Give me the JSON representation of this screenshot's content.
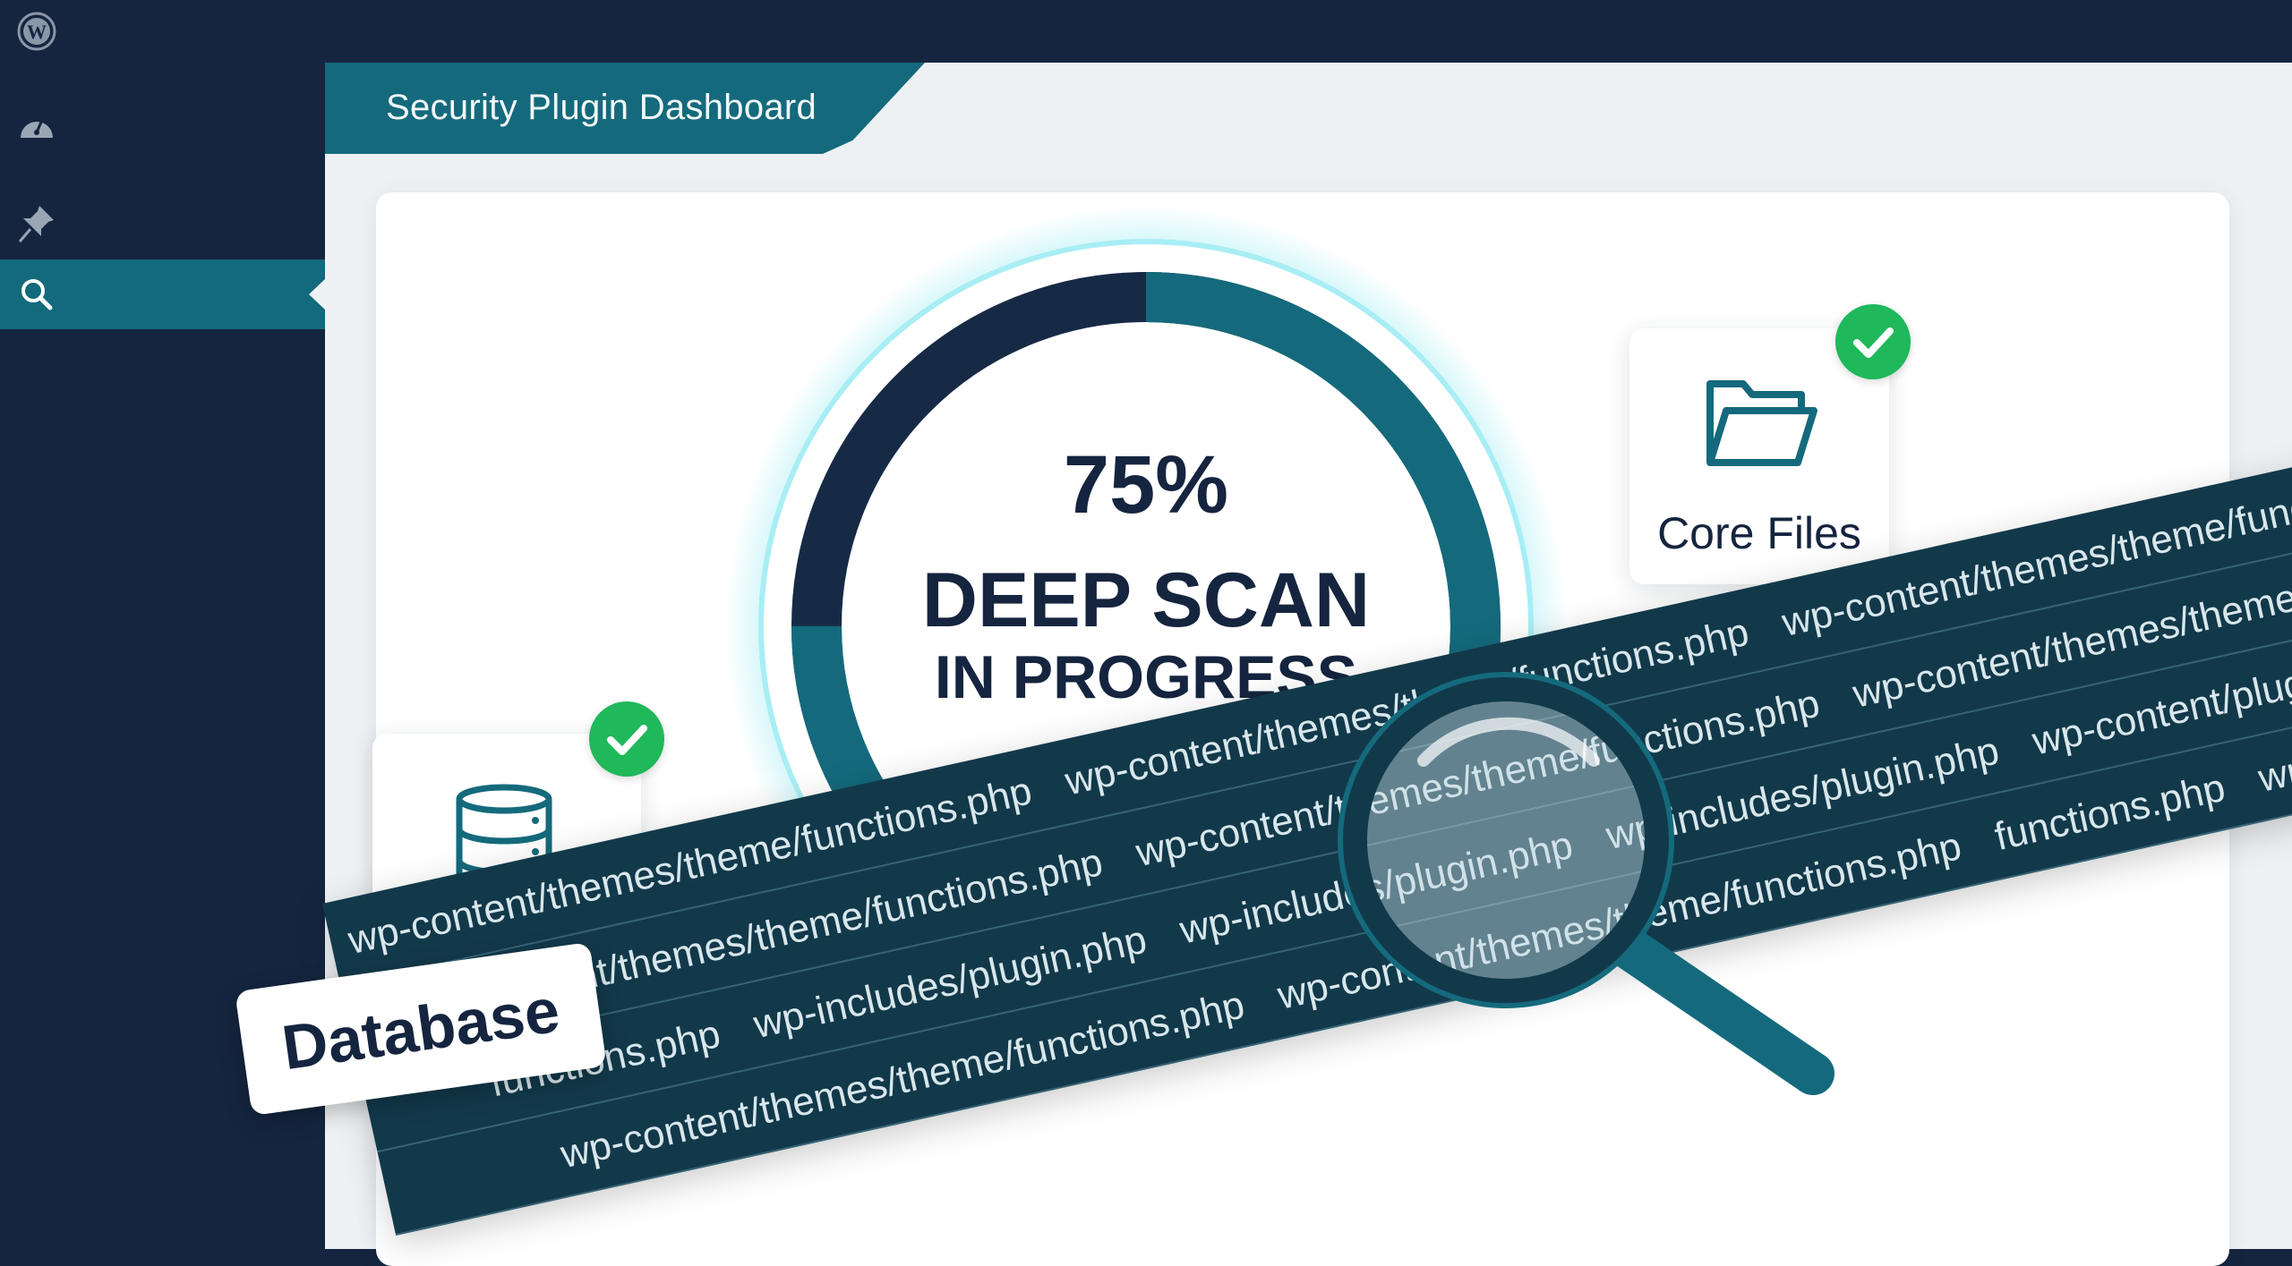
{
  "header": {
    "title": "Security Plugin Dashboard"
  },
  "sidebar": {
    "items": [
      {
        "icon": "wordpress-logo-icon",
        "active": false
      },
      {
        "icon": "dashboard-gauge-icon",
        "active": false
      },
      {
        "icon": "pin-icon",
        "active": false
      },
      {
        "icon": "search-icon",
        "active": true
      }
    ]
  },
  "scan": {
    "progress_percent": 75,
    "percent_label": "75%",
    "title": "DEEP SCAN",
    "subtitle": "IN PROGRESS"
  },
  "cards": {
    "core_files": {
      "label": "Core Files",
      "icon": "folder-icon",
      "status": "complete"
    },
    "database": {
      "label": "Database",
      "icon": "database-icon",
      "status": "complete"
    }
  },
  "file_stream": {
    "rows": [
      [
        "wp-content/themes/theme/functions.php",
        "wp-content/themes/theme/functions.php",
        "wp-content/themes/theme/functions.php"
      ],
      [
        "wp-content/themes/theme/functions.php",
        "wp-content/themes/theme/functions.php",
        "wp-content/themes/theme/functions.php"
      ],
      [
        "functions.php",
        "wp-includes/plugin.php",
        "wp-includes/plugin.php",
        "wp-includes/plugin.php",
        "wp-content/plugin/theme"
      ],
      [
        "wp-content/themes/theme/functions.php",
        "wp-content/themes/theme/functions.php",
        "functions.php",
        "wp-includes/plugin.php"
      ]
    ]
  },
  "colors": {
    "navy": "#15253f",
    "teal": "#146a7c",
    "success": "#1fb85a",
    "glow": "#7fe6f0"
  }
}
